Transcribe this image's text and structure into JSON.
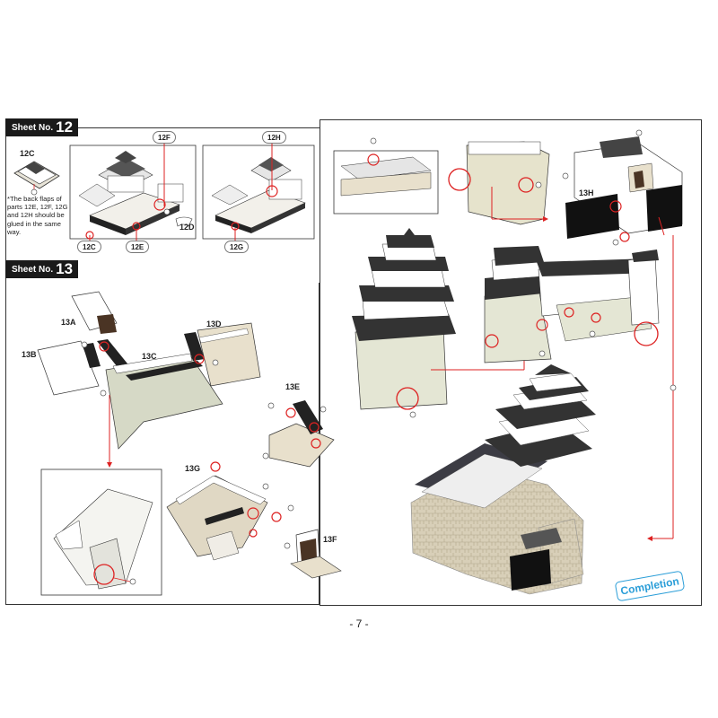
{
  "sheet12": {
    "label": "Sheet No.",
    "number": "12"
  },
  "sheet13": {
    "label": "Sheet No.",
    "number": "13"
  },
  "note": "*The back flaps of parts 12E, 12F, 12G and 12H should be glued in the same way.",
  "parts": {
    "p12C": "12C",
    "p12D": "12D",
    "p12F": "12F",
    "p12H": "12H",
    "p12C_pill": "12C",
    "p12E_pill": "12E",
    "p12G_pill": "12G",
    "p13A": "13A",
    "p13B": "13B",
    "p13C": "13C",
    "p13D": "13D",
    "p13E": "13E",
    "p13F": "13F",
    "p13G": "13G",
    "p13H": "13H"
  },
  "completion": "Completion",
  "page_number": "- 7 -"
}
